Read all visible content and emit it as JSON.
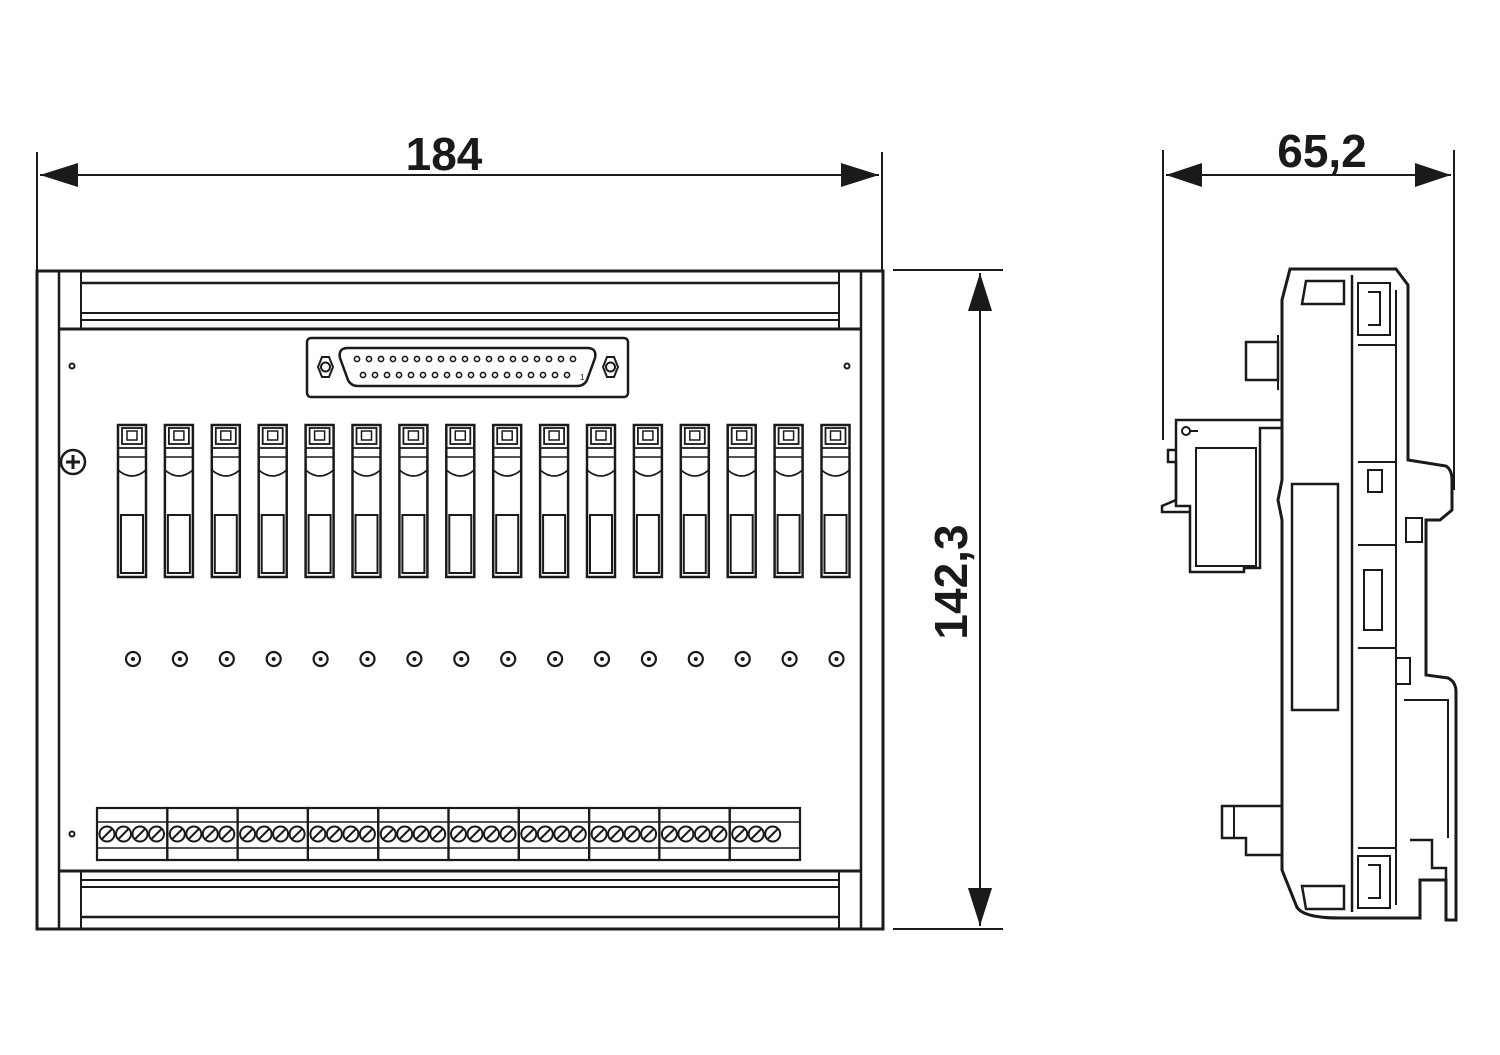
{
  "dimensions": {
    "width": "184",
    "height": "142,3",
    "depth": "65,2"
  },
  "front_view": {
    "relay_count": 16,
    "led_count": 16,
    "terminal_block_count": 10,
    "connector_pin_label": "1"
  },
  "colors": {
    "line": "#1a1a1a",
    "background": "#ffffff"
  }
}
